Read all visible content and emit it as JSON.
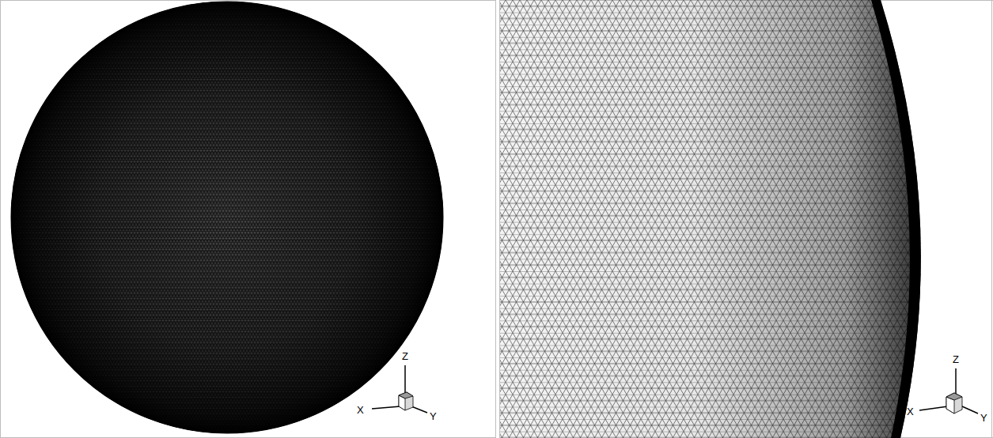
{
  "diagram": {
    "labels": [
      "Z",
      "X",
      "Y",
      "Z",
      "X",
      "Y"
    ]
  }
}
